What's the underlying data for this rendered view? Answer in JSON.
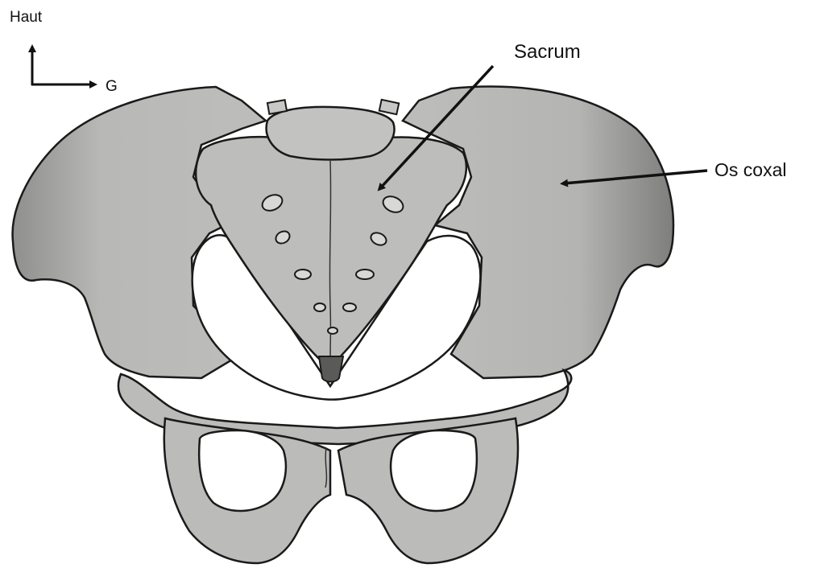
{
  "orientation": {
    "up_label": "Haut",
    "left_label": "G"
  },
  "labels": {
    "sacrum": "Sacrum",
    "os_coxal": "Os coxal"
  },
  "colors": {
    "bone_fill": "#b8b8b6",
    "bone_shade": "#8f8f8d",
    "outline": "#1a1a1a",
    "arrow": "#111111",
    "background": "#ffffff"
  }
}
